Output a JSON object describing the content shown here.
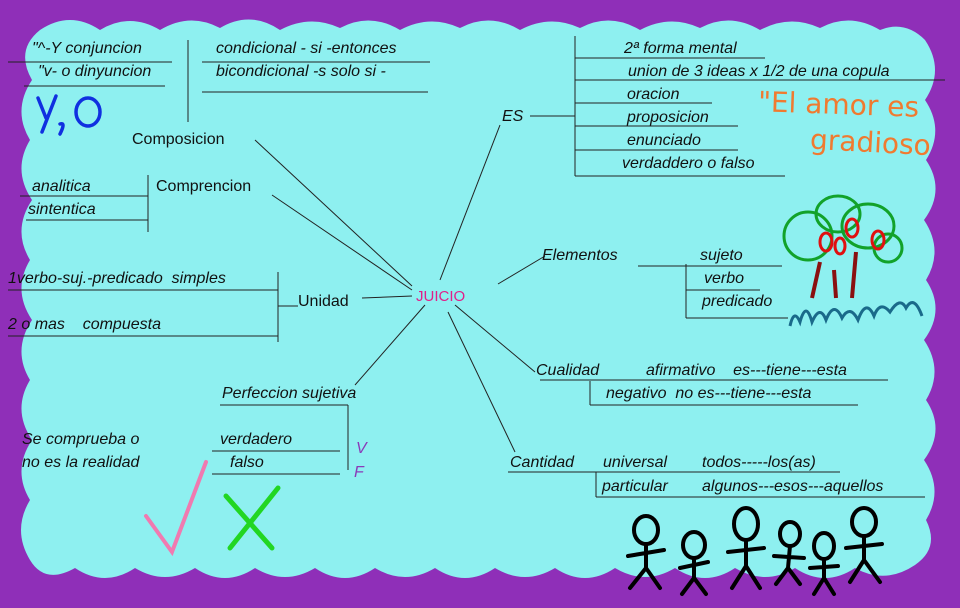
{
  "center": "JUICIO",
  "composicion": {
    "label": "Composicion",
    "left": [
      "\"^-Y conjuncion",
      "\"v- o dinyuncion"
    ],
    "right": [
      "condicional - si -entonces",
      "bicondicional -s solo si -"
    ],
    "handwriting": "Y,O"
  },
  "es": {
    "label": "ES",
    "items": [
      "2ª forma mental",
      "union de 3 ideas x 1/2 de una copula",
      "oracion",
      "proposicion",
      "enunciado",
      "verdaddero o falso"
    ]
  },
  "quote": {
    "line1": "\"El amor es",
    "line2": "gradioso"
  },
  "comprencion": {
    "label": "Comprencion",
    "items": [
      "analitica",
      "sintentica"
    ]
  },
  "elementos": {
    "label": "Elementos",
    "items": [
      "sujeto",
      "verbo",
      "predicado"
    ]
  },
  "unidad": {
    "label": "Unidad",
    "items": [
      "1verbo-suj.-predicado  simples",
      "2 o mas    compuesta"
    ]
  },
  "cualidad": {
    "label": "Cualidad",
    "row1": "afirmativo    es---tiene---esta",
    "row2": "negativo  no es---tiene---esta"
  },
  "perfeccion": {
    "label": "Perfeccion sujetiva",
    "left1": "Se comprueba o",
    "left2": "no es la realidad",
    "right1": "verdadero",
    "right2": "falso",
    "v": "V",
    "f": "F"
  },
  "cantidad": {
    "label": "Cantidad",
    "row1_a": "universal",
    "row1_b": "todos-----los(as)",
    "row2_a": "particular",
    "row2_b": "algunos---esos---aquellos"
  },
  "colors": {
    "background": "#8ef0f0",
    "frame": "#8f2fb8",
    "center": "#e0208a",
    "handwriting_blue": "#1030e0",
    "quote": "#f07a30",
    "vf": "#8a3ab8",
    "check": "#f07ab0",
    "cross": "#22d622",
    "tree_green": "#12a22a",
    "apple_red": "#e01010",
    "grass": "#1a6a8a"
  },
  "icons": [
    "check-mark-icon",
    "cross-mark-icon",
    "tree-icon",
    "stick-figures-icon"
  ]
}
